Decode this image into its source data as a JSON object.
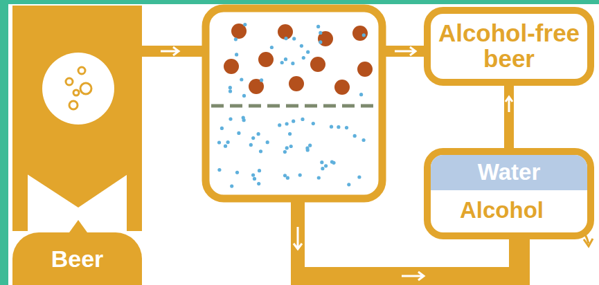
{
  "diagram": {
    "nodes": [
      {
        "text": [
          "Beer"
        ]
      },
      {
        "text": [
          "Alcohol-free beer"
        ]
      },
      {
        "text": [
          "Water",
          "Alcohol"
        ]
      }
    ],
    "edges": [
      {
        "from": 2,
        "to": 1,
        "arrow": "to"
      }
    ]
  }
}
